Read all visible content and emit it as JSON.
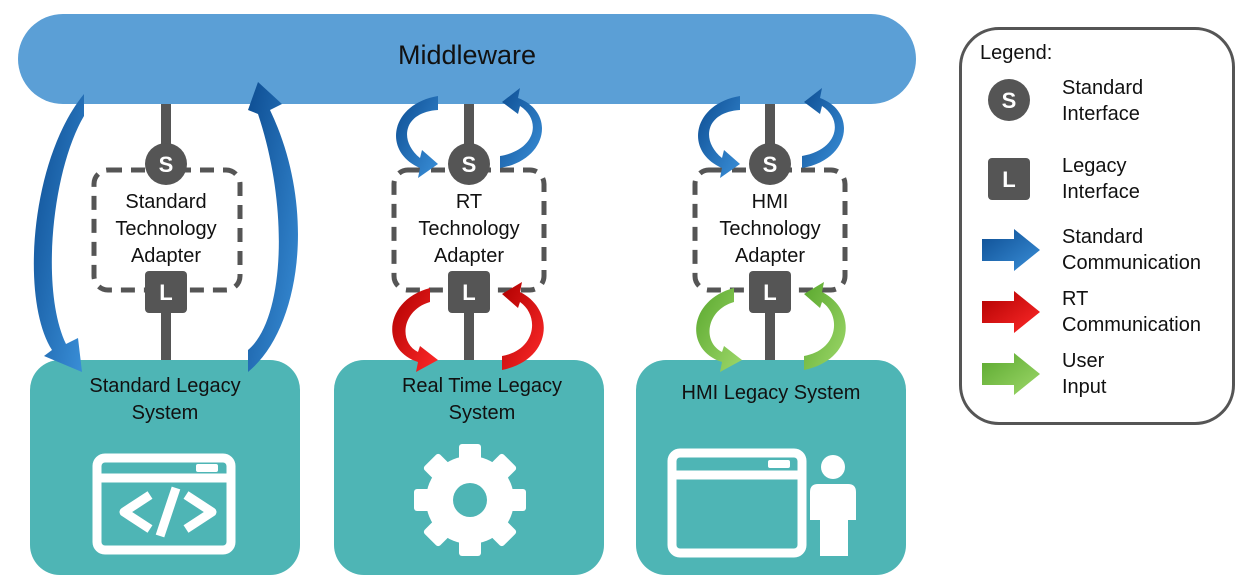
{
  "middleware": {
    "label": "Middleware"
  },
  "adapters": [
    {
      "name": "standard",
      "label": "Standard Technology Adapter",
      "lines": [
        "Standard",
        "Technology",
        "Adapter"
      ]
    },
    {
      "name": "rt",
      "label": "RT Technology Adapter",
      "lines": [
        "RT",
        "Technology",
        "Adapter"
      ]
    },
    {
      "name": "hmi",
      "label": "HMI Technology Adapter",
      "lines": [
        "HMI",
        "Technology",
        "Adapter"
      ]
    }
  ],
  "interfaces": {
    "standard_symbol": "S",
    "legacy_symbol": "L"
  },
  "systems": [
    {
      "name": "standard-legacy-system",
      "lines": [
        "Standard Legacy",
        "System"
      ],
      "icon": "code-window-icon"
    },
    {
      "name": "real-time-legacy-system",
      "lines": [
        "Real Time Legacy",
        "System"
      ],
      "icon": "gear-icon"
    },
    {
      "name": "hmi-legacy-system",
      "lines": [
        "HMI Legacy System"
      ],
      "icon": "window-user-icon"
    }
  ],
  "legend": {
    "title": "Legend:",
    "items": [
      {
        "symbol": "S",
        "lines": [
          "Standard",
          "Interface"
        ]
      },
      {
        "symbol": "L",
        "lines": [
          "Legacy",
          "Interface"
        ]
      },
      {
        "color": "#1f6fc0",
        "lines": [
          "Standard",
          "Communication"
        ]
      },
      {
        "color": "#ee1111",
        "lines": [
          "RT",
          "Communication"
        ]
      },
      {
        "color": "#7ec84a",
        "lines": [
          "User",
          "Input"
        ]
      }
    ]
  },
  "colors": {
    "middleware": "#5b9fd6",
    "system_box": "#4eb5b5",
    "connector": "#555555",
    "standard_comm": "#1f6fc0",
    "rt_comm": "#ee1111",
    "user_input": "#7ec84a"
  }
}
